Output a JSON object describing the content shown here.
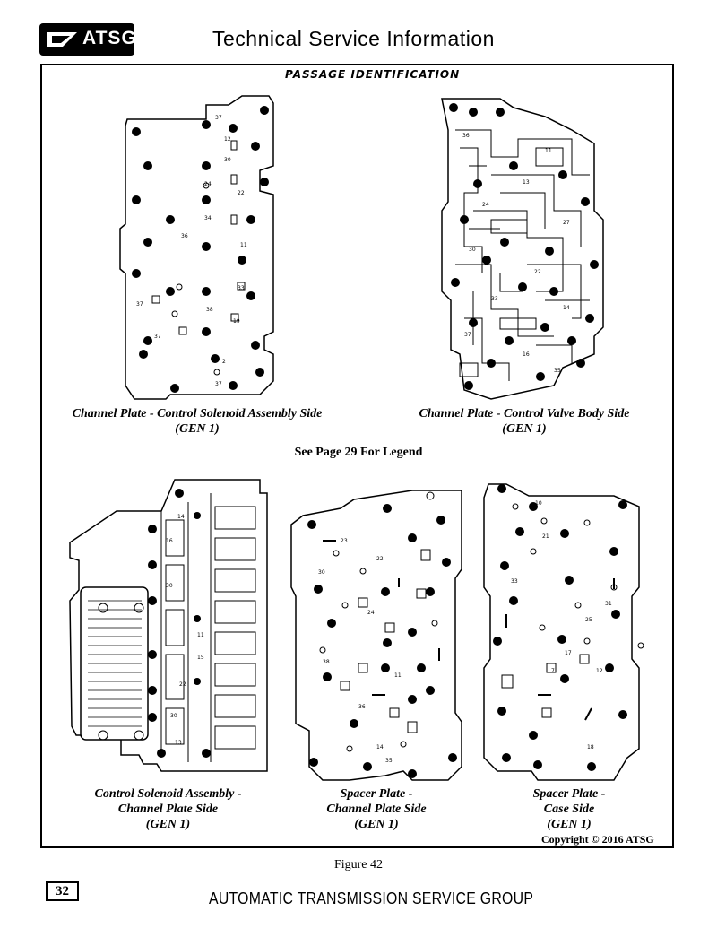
{
  "header": {
    "logo_text": "ATSG",
    "title": "Technical Service Information"
  },
  "section_title": "PASSAGE IDENTIFICATION",
  "drawings": {
    "solenoid_side": {
      "caption_line1": "Channel Plate - Control Solenoid Assembly Side",
      "caption_line2": "(GEN 1)"
    },
    "valve_body_side": {
      "caption_line1": "Channel Plate - Control Valve Body Side",
      "caption_line2": "(GEN 1)"
    },
    "solenoid_assembly": {
      "caption_line1": "Control Solenoid Assembly -",
      "caption_line2": "Channel Plate Side",
      "caption_line3": "(GEN 1)"
    },
    "spacer_channel": {
      "caption_line1": "Spacer Plate -",
      "caption_line2": "Channel Plate Side",
      "caption_line3": "(GEN 1)"
    },
    "spacer_case": {
      "caption_line1": "Spacer Plate -",
      "caption_line2": "Case Side",
      "caption_line3": "(GEN 1)"
    }
  },
  "legend_note": "See Page 29 For Legend",
  "copyright": "Copyright © 2016 ATSG",
  "figure_label": "Figure 42",
  "page_number": "32",
  "footer": "AUTOMATIC TRANSMISSION SERVICE GROUP"
}
